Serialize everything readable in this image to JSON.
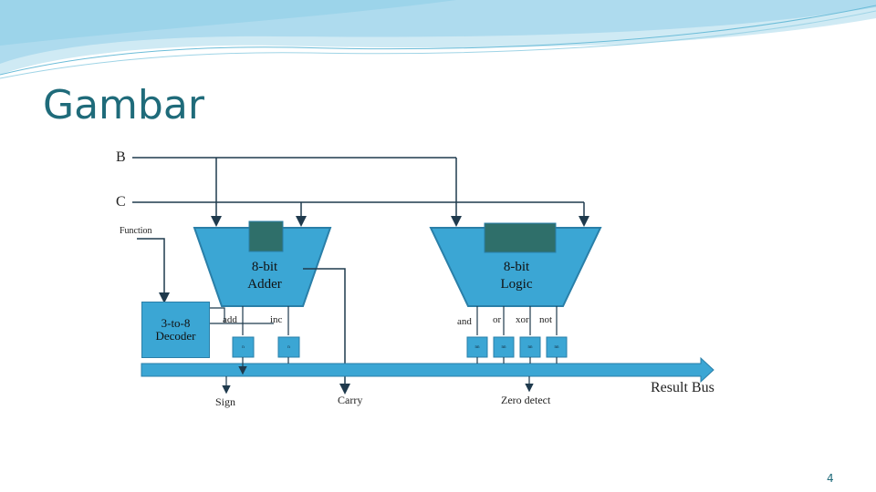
{
  "slide": {
    "title": "Gambar",
    "page_number": "4"
  },
  "diagram": {
    "inputs": {
      "b": "B",
      "c": "C",
      "function": "Function"
    },
    "adder": {
      "line1": "8-bit",
      "line2": "Adder",
      "add": "add",
      "inc": "inc",
      "reg1": "n",
      "reg2": "n"
    },
    "logic": {
      "line1": "8-bit",
      "line2": "Logic",
      "and": "and",
      "or": "or",
      "xor": "xor",
      "not": "not",
      "reg": "nn"
    },
    "decoder": "3-to-8 Decoder",
    "outputs": {
      "sign": "Sign",
      "carry": "Carry",
      "zero_detect": "Zero detect",
      "result_bus": "Result Bus"
    }
  },
  "colors": {
    "title": "#1f6b7a",
    "unit_fill": "#3ba6d4",
    "unit_stroke": "#2a7fa8",
    "register_dark": "#2f6f6a",
    "bus": "#3ba6d4",
    "wire": "#1f3a4d"
  }
}
